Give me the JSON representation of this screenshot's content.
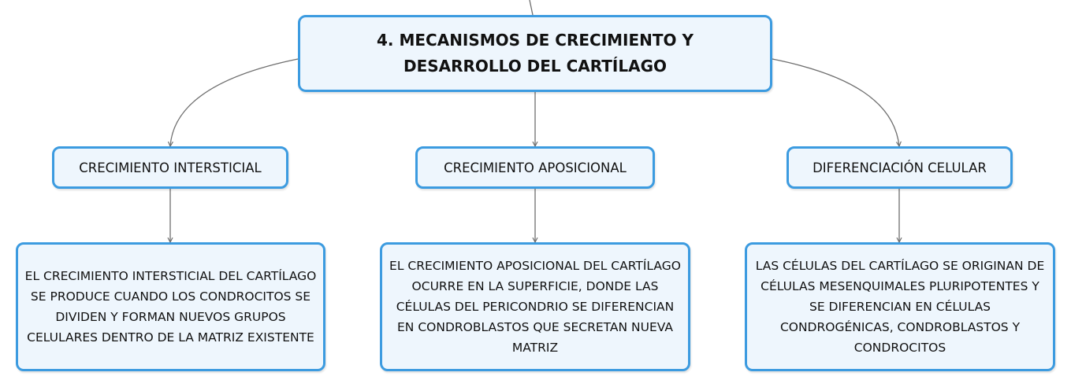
{
  "central": {
    "title": "4. MECANISMOS DE CRECIMIENTO Y DESARROLLO DEL CARTÍLAGO"
  },
  "branches": [
    {
      "label": "CRECIMIENTO INTERSTICIAL",
      "detail": "EL CRECIMIENTO INTERSTICIAL DEL CARTÍLAGO SE PRODUCE CUANDO LOS CONDROCITOS SE DIVIDEN Y FORMAN NUEVOS GRUPOS CELULARES DENTRO DE LA MATRIZ EXISTENTE"
    },
    {
      "label": "CRECIMIENTO APOSICIONAL",
      "detail": "EL CRECIMIENTO APOSICIONAL DEL CARTÍLAGO OCURRE EN LA SUPERFICIE, DONDE LAS CÉLULAS DEL PERICONDRIO SE DIFERENCIAN EN CONDROBLASTOS QUE SECRETAN NUEVA MATRIZ"
    },
    {
      "label": "DIFERENCIACIÓN CELULAR",
      "detail": "LAS CÉLULAS DEL CARTÍLAGO SE ORIGINAN DE CÉLULAS MESENQUIMALES PLURIPOTENTES Y SE DIFERENCIAN EN CÉLULAS CONDROGÉNICAS, CONDROBLASTOS Y CONDROCITOS"
    }
  ],
  "colors": {
    "node_border": "#3c9be0",
    "node_fill": "#eef6fd",
    "connector": "#6e6e6e",
    "text": "#111111"
  }
}
